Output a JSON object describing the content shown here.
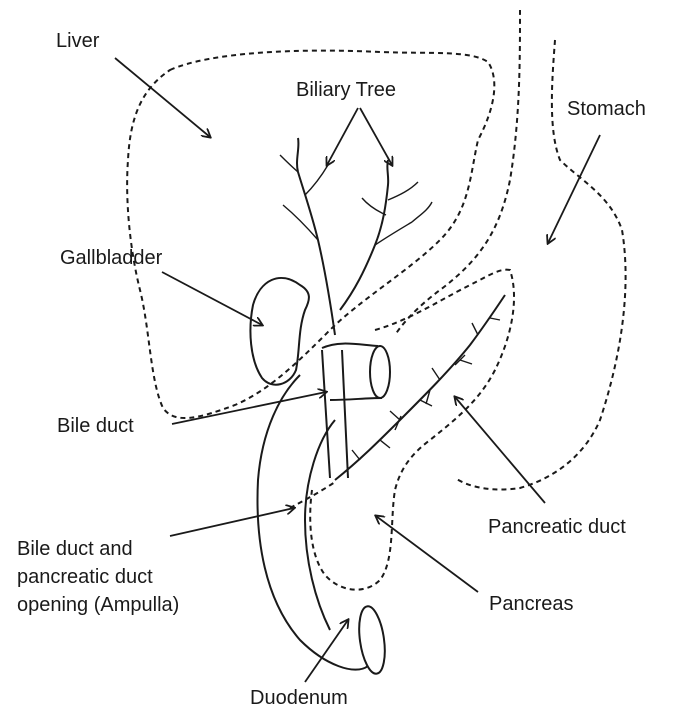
{
  "labels": {
    "liver": "Liver",
    "biliary_tree": "Biliary Tree",
    "stomach": "Stomach",
    "gallbladder": "Gallbladder",
    "bile_duct": "Bile duct",
    "pancreatic_duct": "Pancreatic duct",
    "ampulla_line1": "Bile duct and",
    "ampulla_line2": "pancreatic duct",
    "ampulla_line3": "opening (Ampulla)",
    "pancreas": "Pancreas",
    "duodenum": "Duodenum"
  }
}
